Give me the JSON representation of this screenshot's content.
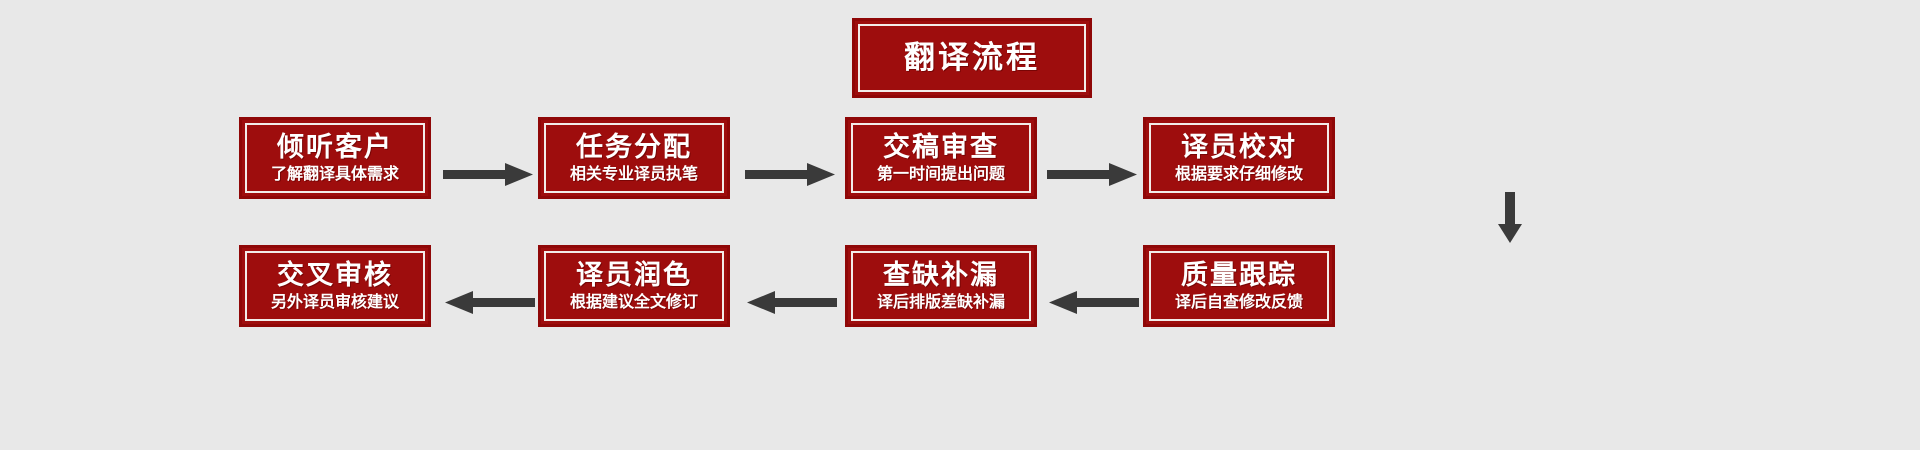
{
  "diagram": {
    "title": "翻译流程",
    "background_color": "#e8e8e8",
    "box_fill_color": "#9e0d0d",
    "box_border_color": "#8f0707",
    "box_inner_border_color": "#f3ece9",
    "text_color": "#ffffff",
    "arrow_color": "#3a3a3a",
    "steps": [
      {
        "title": "倾听客户",
        "subtitle": "了解翻译具体需求"
      },
      {
        "title": "任务分配",
        "subtitle": "相关专业译员执笔"
      },
      {
        "title": "交稿审查",
        "subtitle": "第一时间提出问题"
      },
      {
        "title": "译员校对",
        "subtitle": "根据要求仔细修改"
      },
      {
        "title": "质量跟踪",
        "subtitle": "译后自查修改反馈"
      },
      {
        "title": "查缺补漏",
        "subtitle": "译后排版差缺补漏"
      },
      {
        "title": "译员润色",
        "subtitle": "根据建议全文修订"
      },
      {
        "title": "交叉审核",
        "subtitle": "另外译员审核建议"
      }
    ],
    "connectors": [
      {
        "name": "arrow-right-1",
        "direction": "right"
      },
      {
        "name": "arrow-right-2",
        "direction": "right"
      },
      {
        "name": "arrow-right-3",
        "direction": "right"
      },
      {
        "name": "arrow-down-1",
        "direction": "down"
      },
      {
        "name": "arrow-left-1",
        "direction": "left"
      },
      {
        "name": "arrow-left-2",
        "direction": "left"
      },
      {
        "name": "arrow-left-3",
        "direction": "left"
      }
    ]
  }
}
